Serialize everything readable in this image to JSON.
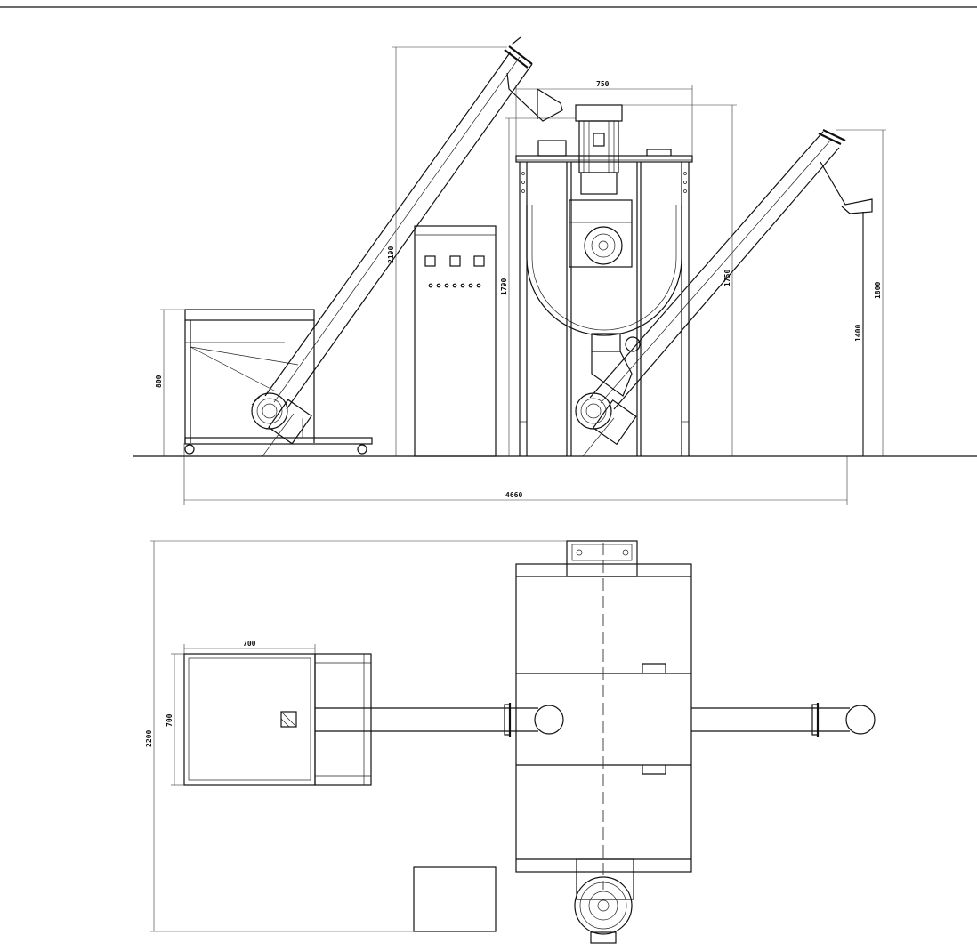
{
  "front_view": {
    "dims": {
      "overall_width": "4660",
      "left_conveyor_height": "2190",
      "hopper_height": "800",
      "mixer_width": "750",
      "mixer_body_height": "1790",
      "mixer_total_height": "1750",
      "right_conveyor_outlet": "1400",
      "right_conveyor_height": "1800"
    }
  },
  "top_view": {
    "dims": {
      "hopper_width": "700",
      "hopper_depth": "700",
      "overall_depth": "2200"
    }
  }
}
